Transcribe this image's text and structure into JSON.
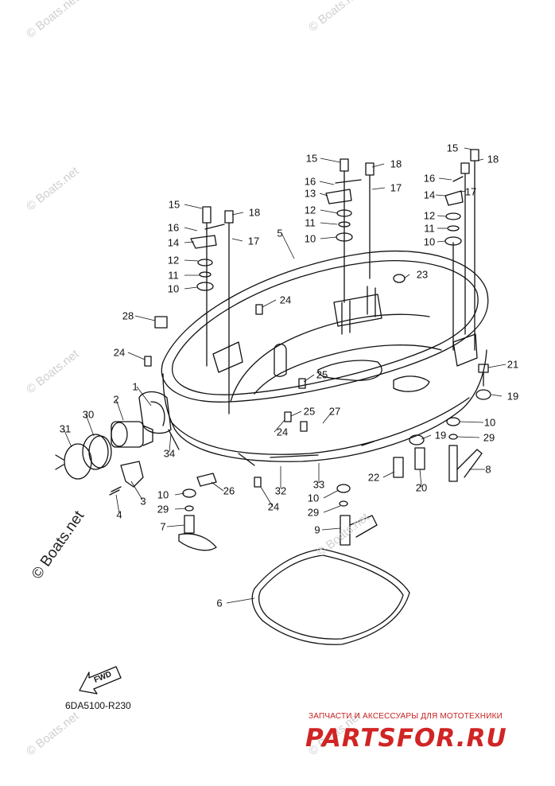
{
  "diagram": {
    "code": "6DA5100-R230",
    "fwd_label": "FWD",
    "callouts": [
      {
        "id": "c15a",
        "label": "15"
      },
      {
        "id": "c18a",
        "label": "18"
      },
      {
        "id": "c16a",
        "label": "16"
      },
      {
        "id": "c13a",
        "label": "13"
      },
      {
        "id": "c17a",
        "label": "17"
      },
      {
        "id": "c12a",
        "label": "12"
      },
      {
        "id": "c11a",
        "label": "11"
      },
      {
        "id": "c10a",
        "label": "10"
      },
      {
        "id": "c15b",
        "label": "15"
      },
      {
        "id": "c18b",
        "label": "18"
      },
      {
        "id": "c16b",
        "label": "16"
      },
      {
        "id": "c14b",
        "label": "14"
      },
      {
        "id": "c17b",
        "label": "17"
      },
      {
        "id": "c12b",
        "label": "12"
      },
      {
        "id": "c11b",
        "label": "11"
      },
      {
        "id": "c10b",
        "label": "10"
      },
      {
        "id": "c15c",
        "label": "15"
      },
      {
        "id": "c18c",
        "label": "18"
      },
      {
        "id": "c16c",
        "label": "16"
      },
      {
        "id": "c14c",
        "label": "14"
      },
      {
        "id": "c17c",
        "label": "17"
      },
      {
        "id": "c12c",
        "label": "12"
      },
      {
        "id": "c11c",
        "label": "11"
      },
      {
        "id": "c10c",
        "label": "10"
      },
      {
        "id": "c5",
        "label": "5"
      },
      {
        "id": "c23",
        "label": "23"
      },
      {
        "id": "c24a",
        "label": "24"
      },
      {
        "id": "c28",
        "label": "28"
      },
      {
        "id": "c24b",
        "label": "24"
      },
      {
        "id": "c25a",
        "label": "25"
      },
      {
        "id": "c21",
        "label": "21"
      },
      {
        "id": "c19a",
        "label": "19"
      },
      {
        "id": "c1",
        "label": "1"
      },
      {
        "id": "c2",
        "label": "2"
      },
      {
        "id": "c25b",
        "label": "25"
      },
      {
        "id": "c27",
        "label": "27"
      },
      {
        "id": "c24c",
        "label": "24"
      },
      {
        "id": "c10d",
        "label": "10"
      },
      {
        "id": "c29a",
        "label": "29"
      },
      {
        "id": "c19b",
        "label": "19"
      },
      {
        "id": "c30",
        "label": "30"
      },
      {
        "id": "c31",
        "label": "31"
      },
      {
        "id": "c34",
        "label": "34"
      },
      {
        "id": "c3",
        "label": "3"
      },
      {
        "id": "c4",
        "label": "4"
      },
      {
        "id": "c26",
        "label": "26"
      },
      {
        "id": "c32",
        "label": "32"
      },
      {
        "id": "c33",
        "label": "33"
      },
      {
        "id": "c22",
        "label": "22"
      },
      {
        "id": "c20",
        "label": "20"
      },
      {
        "id": "c8",
        "label": "8"
      },
      {
        "id": "c24d",
        "label": "24"
      },
      {
        "id": "c10e",
        "label": "10"
      },
      {
        "id": "c29b",
        "label": "29"
      },
      {
        "id": "c10f",
        "label": "10"
      },
      {
        "id": "c29c",
        "label": "29"
      },
      {
        "id": "c7",
        "label": "7"
      },
      {
        "id": "c9",
        "label": "9"
      },
      {
        "id": "c6",
        "label": "6"
      }
    ]
  },
  "watermarks": {
    "site": "© Boats.net",
    "site_big": "© Boats.net"
  },
  "brand": {
    "tagline": "ЗАПЧАСТИ И АКСЕССУАРЫ ДЛЯ МОТОТЕХНИКИ",
    "name": "PARTSFOR.RU"
  },
  "colors": {
    "line": "#111111",
    "brand_red": "#d12424",
    "watermark": "#cfcfcf"
  }
}
